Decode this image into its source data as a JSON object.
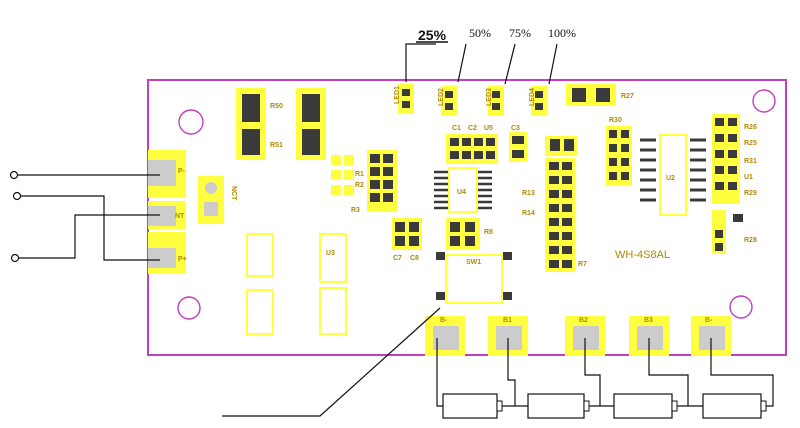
{
  "indicators": {
    "pct_25": "25%",
    "pct_50": "50%",
    "pct_75": "75%",
    "pct_100": "100%"
  },
  "board": {
    "model": "WH-4S8AL",
    "outline_color": "#c040c0",
    "pad_color": "#ffff40",
    "component_color": "#3a3a3a"
  },
  "terminals_left": {
    "p_minus": "P-",
    "ntc": "NT",
    "p_plus": "P+",
    "ntc_jumper": "NCT"
  },
  "battery_pads": {
    "b_minus_left": "B-",
    "b1": "B1",
    "b2": "B2",
    "b3": "B3",
    "b_minus_right": "B-"
  },
  "component_labels": {
    "r50": "R50",
    "r51": "R51",
    "r27": "R27",
    "r26": "R26",
    "r25": "R25",
    "r31": "R31",
    "u1": "U1",
    "r29": "R29",
    "r28": "R28",
    "r30": "R30",
    "r13": "R13",
    "r14": "R14",
    "u2": "U2",
    "u3": "U3",
    "u4": "U4",
    "u5": "U5",
    "c1": "C1",
    "c2": "C2",
    "c3": "C3",
    "c7": "C7",
    "c8": "C8",
    "r1": "R1",
    "r2": "R2",
    "r3": "R3",
    "r7": "R7",
    "r8": "R8",
    "sw1": "SW1",
    "led1": "LED1",
    "led2": "LED2",
    "led3": "LED3",
    "led4": "LED4"
  }
}
